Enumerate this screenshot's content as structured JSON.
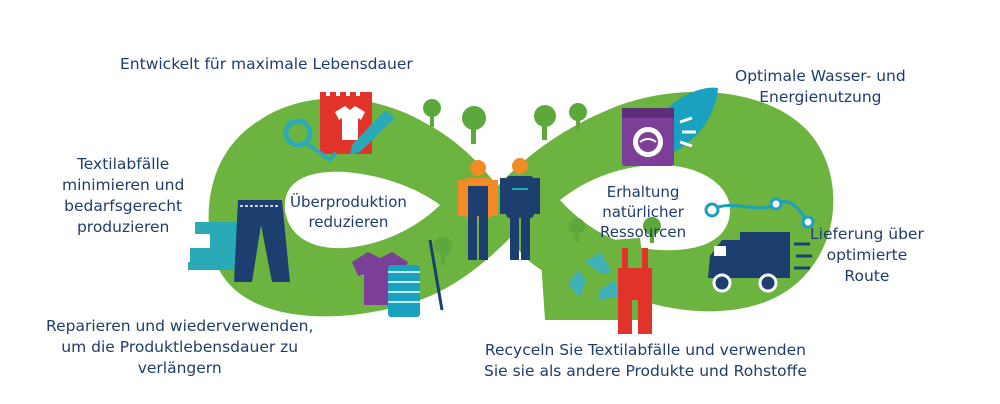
{
  "colors": {
    "loop_green": "#6db33f",
    "text_navy": "#1f3c6e",
    "tree_green": "#5da83a",
    "worker_orange": "#f28b25",
    "worker_navy": "#1d3f6f",
    "teal": "#2aa9b7",
    "purple": "#7b3f98",
    "red": "#e2332b",
    "recycle_teal": "#3fb0b6",
    "water_teal": "#1aa1bf"
  },
  "labels": {
    "lifespan": "Entwickelt für maximale Lebensdauer",
    "water_energy": [
      "Optimale Wasser- und",
      "Energienutzung"
    ],
    "waste_min": [
      "Textilabfälle",
      "minimieren und",
      "bedarfsgerecht",
      "produzieren"
    ],
    "delivery": [
      "Lieferung über",
      "optimierte",
      "Route"
    ],
    "repair": [
      "Reparieren und wiederverwenden,",
      "um die Produktlebensdauer zu",
      "verlängern"
    ],
    "recycle": [
      "Recyceln Sie Textilabfälle und verwenden",
      "Sie sie als andere Produkte und Rohstoffe"
    ]
  },
  "inner_labels": {
    "overproduction": [
      "Überproduktion",
      "reduzieren"
    ],
    "preservation": [
      "Erhaltung",
      "natürlicher",
      "Ressourcen"
    ]
  },
  "icons": {
    "calendar_shirt": "calendar-shirt-icon",
    "tape_measure": "tape-measure-icon",
    "pencil": "pencil-icon",
    "washing_machine": "washing-machine-icon",
    "leaf": "leaf-icon",
    "sewing_machine": "sewing-machine-icon",
    "jeans": "jeans-icon",
    "shirt_thread": "shirt-thread-icon",
    "recycle": "recycle-icon",
    "overalls": "overalls-icon",
    "delivery_truck": "delivery-truck-icon",
    "route": "route-icon"
  }
}
